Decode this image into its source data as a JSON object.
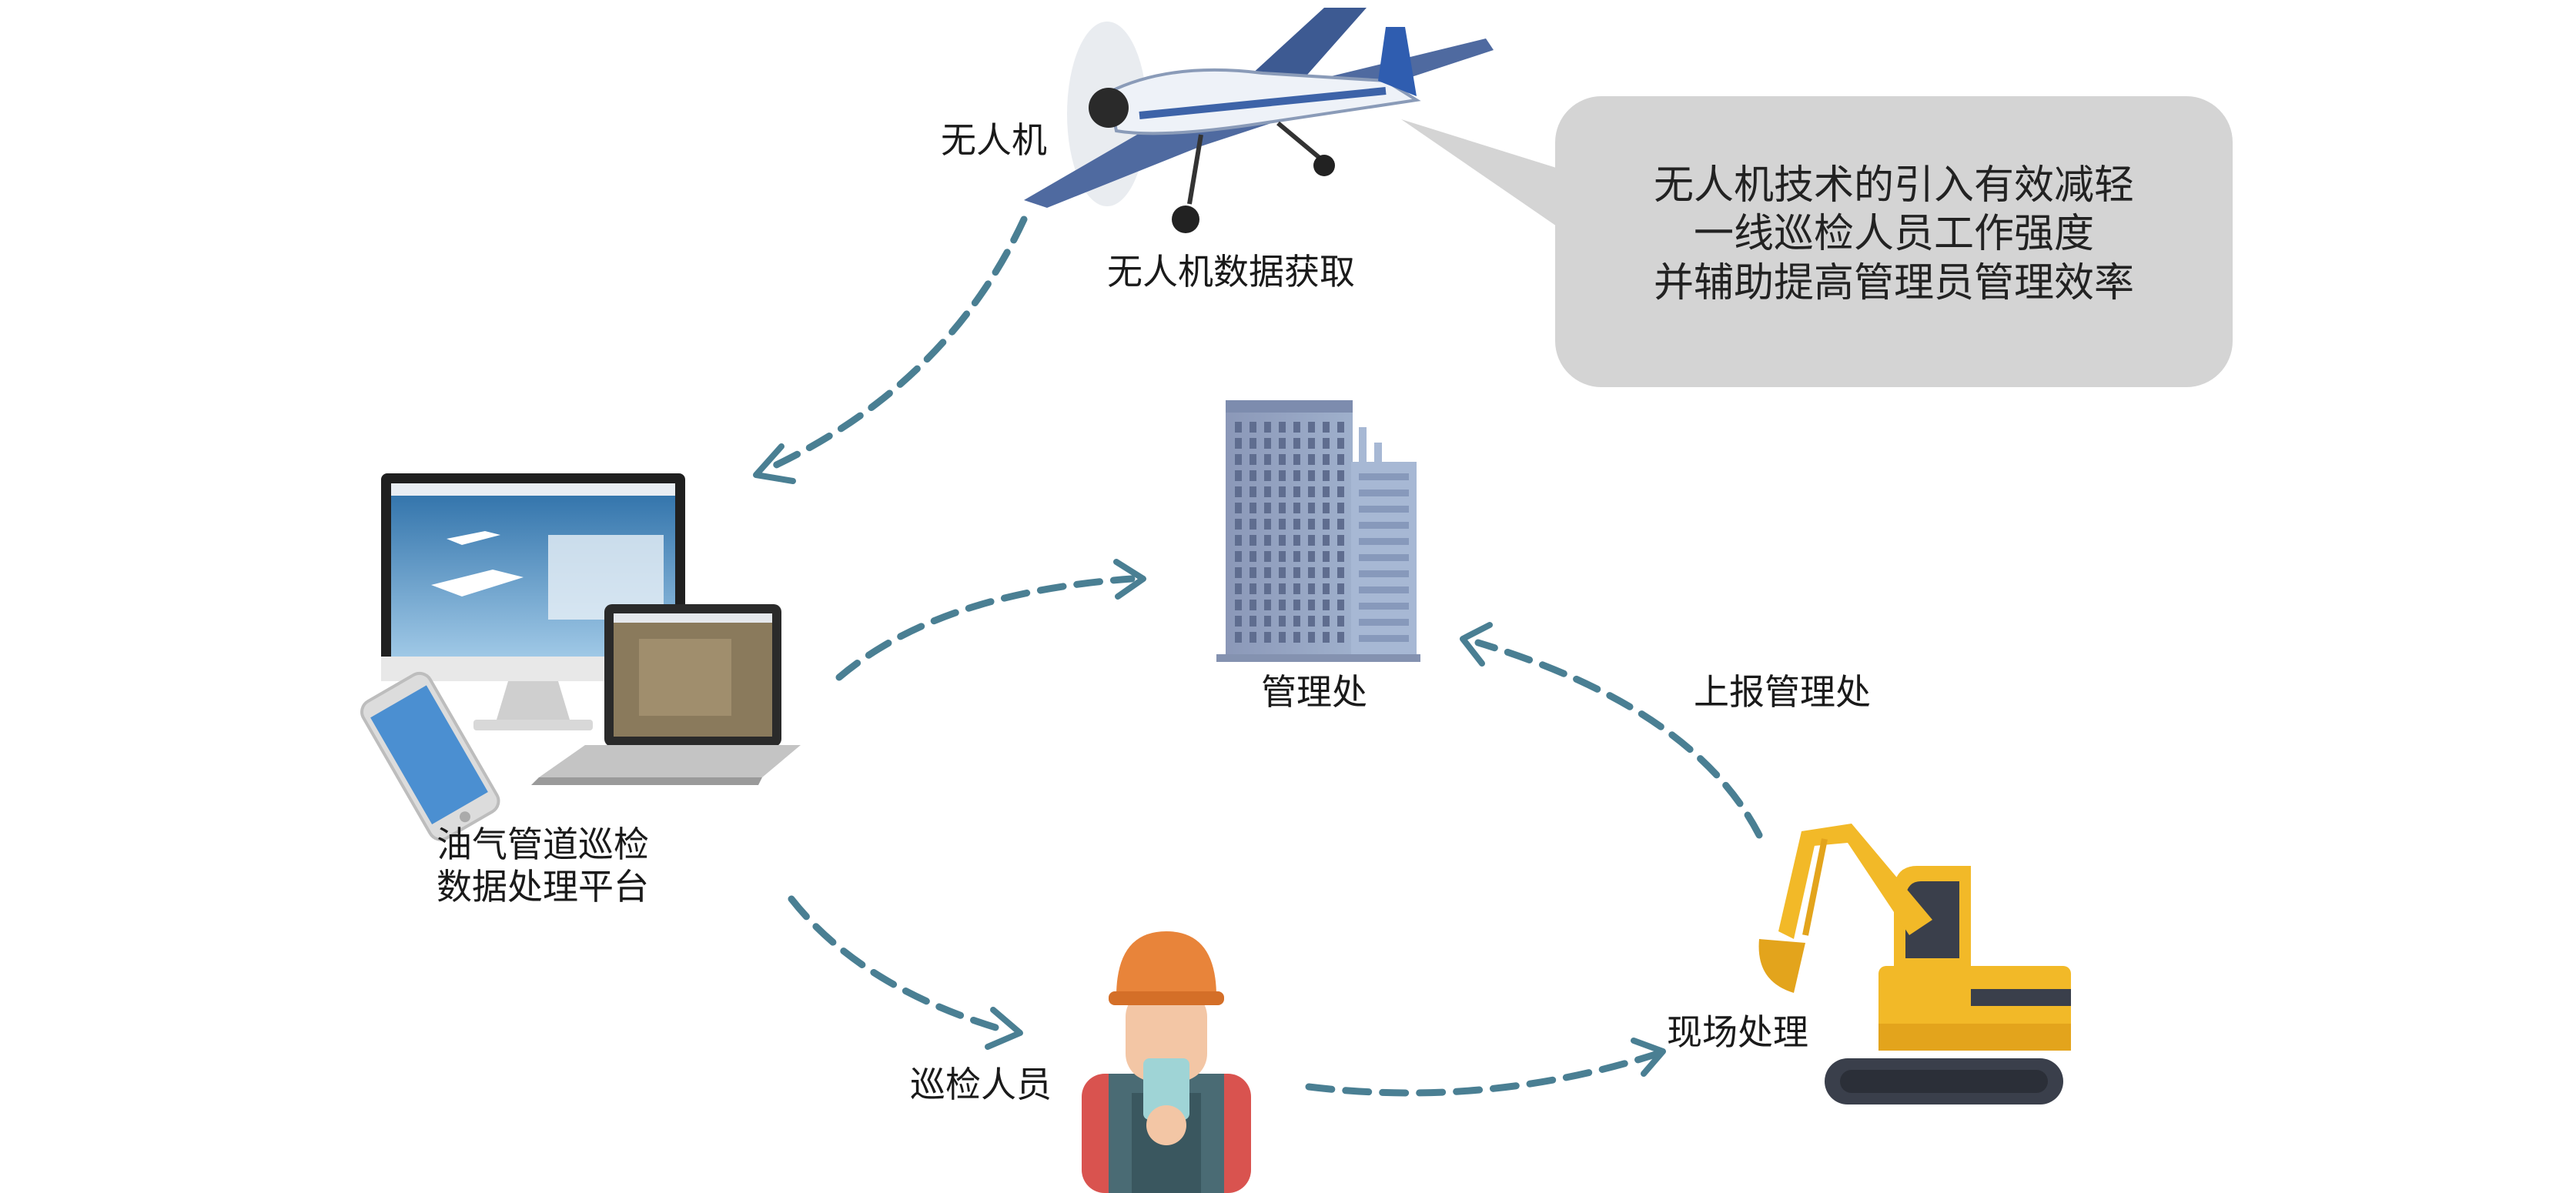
{
  "labels": {
    "drone_title": "无人机",
    "drone_caption": "无人机数据获取",
    "bubble_lines": [
      "无人机技术的引入有效减轻",
      "一线巡检人员工作强度",
      "并辅助提高管理员管理效率"
    ],
    "office": "管理处",
    "report": "上报管理处",
    "platform_lines": [
      "油气管道巡检",
      "数据处理平台"
    ],
    "inspector": "巡检人员",
    "onsite": "现场处理"
  },
  "colors": {
    "arrow": "#4a7f93",
    "bubble": "#d4d4d4",
    "building": "#8d9fbf",
    "excavator": "#f2b928",
    "helmet": "#e8843a"
  },
  "icons": [
    "airplane-icon",
    "computer-devices-icon",
    "office-building-icon",
    "worker-icon",
    "excavator-icon"
  ]
}
